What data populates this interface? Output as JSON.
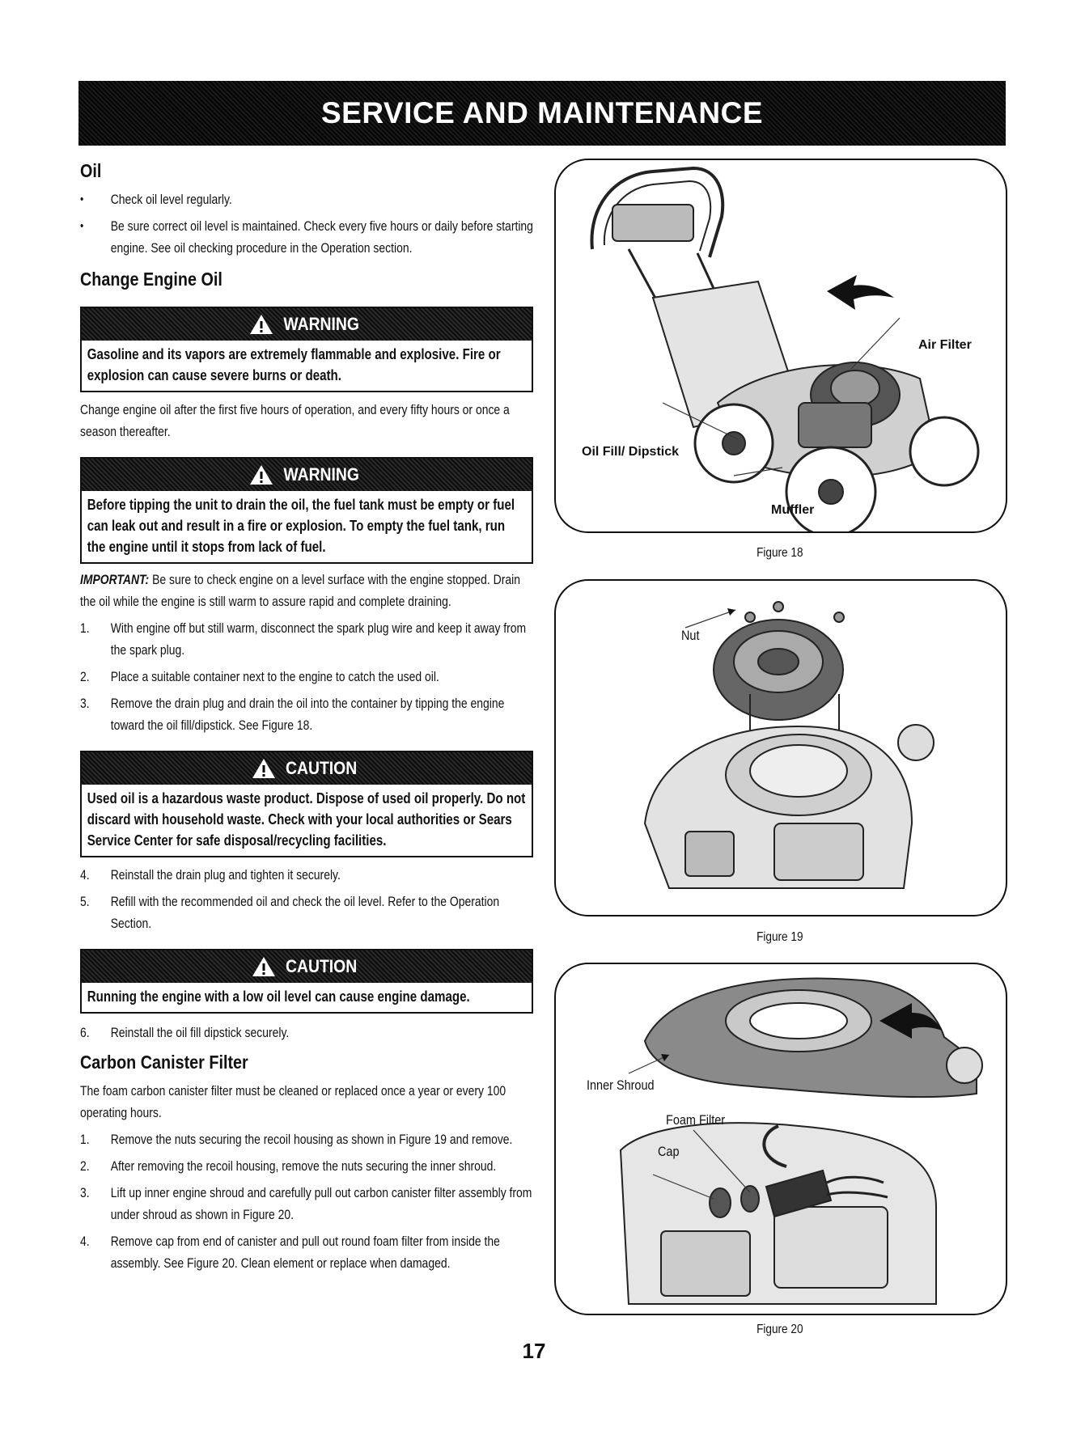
{
  "banner": {
    "title": "SERVICE AND MAINTENANCE"
  },
  "oil": {
    "heading": "Oil",
    "bullets": [
      "Check oil level regularly.",
      "Be sure correct oil level is maintained. Check every five hours or daily before starting engine. See oil checking procedure in the Operation section."
    ]
  },
  "change_oil": {
    "heading": "Change Engine Oil",
    "warning1": {
      "label": "WARNING",
      "text": "Gasoline and its vapors are extremely flammable and explosive. Fire or explosion can cause severe burns or death."
    },
    "intro": "Change engine oil after the first five hours of operation, and every fifty hours or once a season thereafter.",
    "warning2": {
      "label": "WARNING",
      "text": "Before tipping the unit to drain the oil, the fuel tank must be empty or fuel can leak out and result in a fire or explosion. To empty the fuel tank, run the engine until it stops from lack of fuel."
    },
    "important_label": "IMPORTANT:",
    "important_text": " Be sure to check engine on a level surface with the engine stopped. Drain the oil while the engine is still warm to assure rapid and complete draining.",
    "steps_a": [
      {
        "n": "1.",
        "text": "With engine off but still warm, disconnect the spark plug wire and keep it away from the spark plug."
      },
      {
        "n": "2.",
        "text": "Place a suitable container next to the engine to catch the used oil."
      },
      {
        "n": "3.",
        "text": "Remove the drain plug and drain the oil into the container by tipping the engine toward the oil fill/dipstick. See Figure 18."
      }
    ],
    "caution1": {
      "label": "CAUTION",
      "text": "Used oil is a hazardous waste product. Dispose of used oil properly. Do not discard with household waste. Check with your local authorities or Sears Service Center for safe disposal/recycling facilities."
    },
    "steps_b": [
      {
        "n": "4.",
        "text": "Reinstall the drain plug and tighten it securely."
      },
      {
        "n": "5.",
        "text": "Refill with the recommended oil and check the oil level.  Refer to the Operation Section."
      }
    ],
    "caution2": {
      "label": "CAUTION",
      "text": "Running the engine with a low oil level can cause engine damage."
    },
    "steps_c": [
      {
        "n": "6.",
        "text": "Reinstall the oil fill dipstick securely."
      }
    ]
  },
  "carbon": {
    "heading": "Carbon Canister Filter",
    "intro": "The foam carbon canister filter must be cleaned or replaced once a year or every 100 operating hours.",
    "steps": [
      {
        "n": "1.",
        "text": "Remove the nuts securing the recoil housing as shown in Figure 19 and remove."
      },
      {
        "n": "2.",
        "text": "After removing the recoil housing, remove the nuts securing the inner shroud."
      },
      {
        "n": "3.",
        "text": "Lift up inner engine shroud and carefully pull out carbon canister filter assembly from under shroud as shown in Figure 20."
      },
      {
        "n": "4.",
        "text": "Remove cap from end of canister and pull out round foam filter from inside the assembly. See Figure 20. Clean element or replace when damaged."
      }
    ]
  },
  "figures": {
    "fig18": {
      "caption": "Figure 18",
      "air_filter": "Air Filter",
      "oil_fill": "Oil Fill/ Dipstick",
      "muffler": "Muffler"
    },
    "fig19": {
      "caption": "Figure 19",
      "nut": "Nut"
    },
    "fig20": {
      "caption": "Figure 20",
      "inner_shroud": "Inner Shroud",
      "foam_filter": "Foam Filter",
      "cap": "Cap"
    }
  },
  "page_number": "17"
}
